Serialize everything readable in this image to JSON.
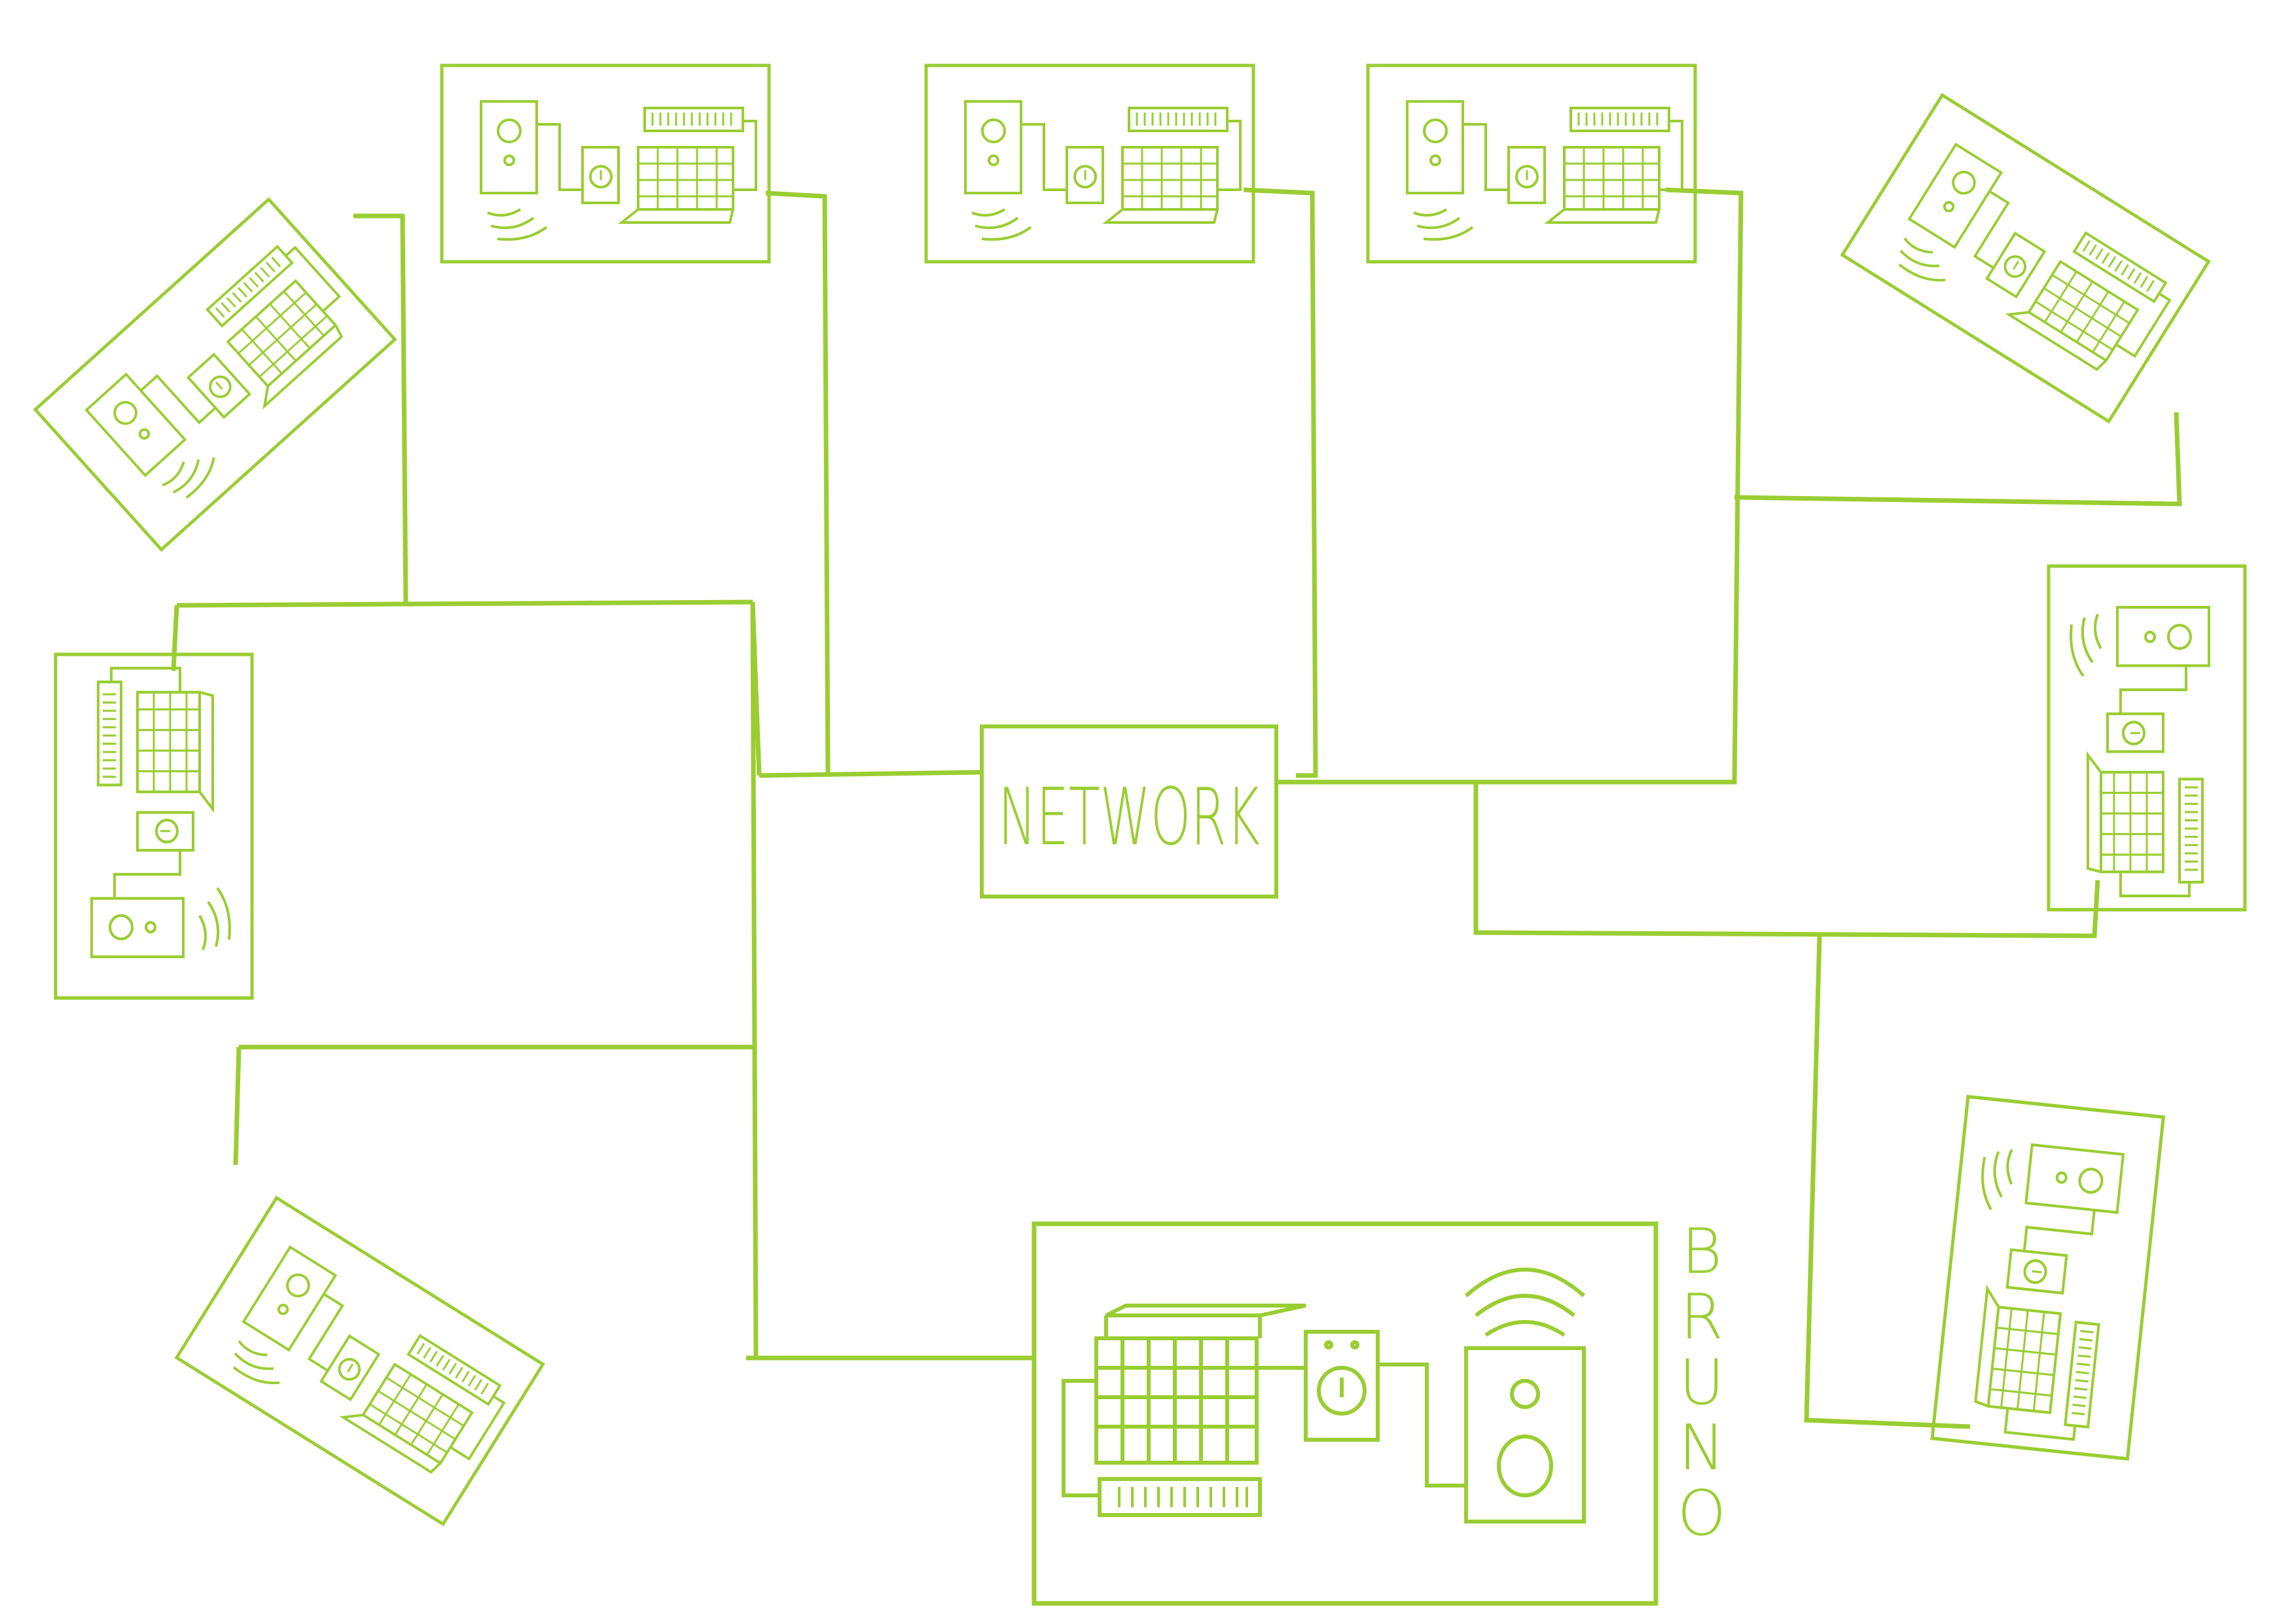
{
  "diagram": {
    "stroke_color": "#9acd32",
    "background": "#ffffff",
    "hub_label": "NETWORK",
    "featured_station_label": "BRUNO",
    "stations": [
      {
        "id": "top-left"
      },
      {
        "id": "top-center"
      },
      {
        "id": "top-right"
      },
      {
        "id": "upper-left-tilted"
      },
      {
        "id": "upper-right-tilted"
      },
      {
        "id": "middle-left"
      },
      {
        "id": "middle-right"
      },
      {
        "id": "lower-left-tilted"
      },
      {
        "id": "lower-right-tilted"
      },
      {
        "id": "bruno"
      }
    ],
    "station_components": [
      "speaker-icon",
      "sound-waves-icon",
      "effect-pedal-icon",
      "laptop-icon",
      "keyboard-icon"
    ]
  }
}
